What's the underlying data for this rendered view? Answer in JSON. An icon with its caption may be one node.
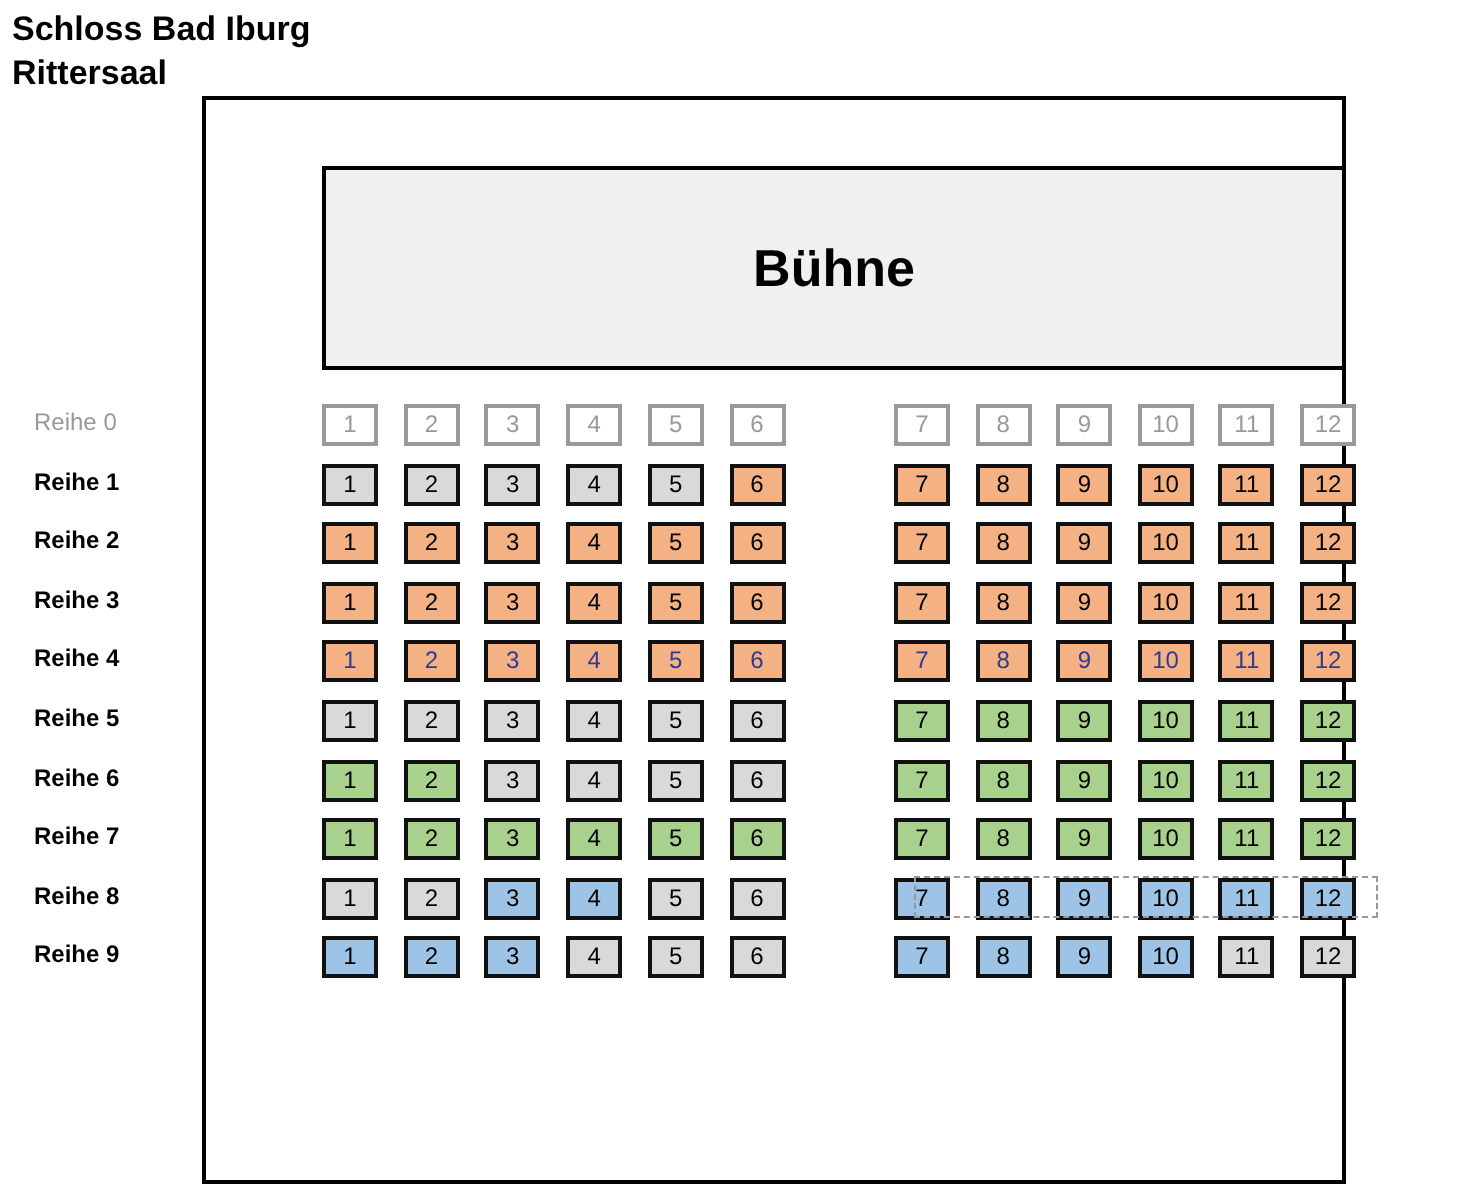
{
  "diagram": {
    "title": "Schloss Bad Iburg Rittersaal",
    "nodes": [
      {
        "text": [],
        "shape": "box"
      },
      {
        "text": [
          "Bühne"
        ],
        "in": 0
      },
      {
        "text": [
          "1"
        ],
        "in": 0
      },
      {
        "text": [
          "2"
        ],
        "in": 0
      },
      {
        "text": [
          "3"
        ],
        "in": 0
      },
      {
        "text": [
          "4"
        ],
        "in": 0
      },
      {
        "text": [
          "5"
        ],
        "in": 0
      },
      {
        "text": [
          "6"
        ],
        "in": 0
      },
      {
        "text": [
          "7"
        ],
        "in": 0
      },
      {
        "text": [
          "8"
        ],
        "in": 0
      },
      {
        "text": [
          "9"
        ],
        "in": 0
      },
      {
        "text": [
          "10"
        ],
        "in": 0
      },
      {
        "text": [
          "11"
        ],
        "in": 0
      },
      {
        "text": [
          "12"
        ],
        "in": 0
      },
      {
        "text": [
          "1"
        ],
        "in": 0
      },
      {
        "text": [
          "2"
        ],
        "in": 0
      },
      {
        "text": [
          "3"
        ],
        "in": 0
      },
      {
        "text": [
          "4"
        ],
        "in": 0
      },
      {
        "text": [
          "5"
        ],
        "in": 0
      },
      {
        "text": [
          "6"
        ],
        "in": 0
      },
      {
        "text": [
          "7"
        ],
        "in": 0
      },
      {
        "text": [
          "8"
        ],
        "in": 0
      },
      {
        "text": [
          "9"
        ],
        "in": 0
      },
      {
        "text": [
          "10"
        ],
        "in": 0
      },
      {
        "text": [
          "11"
        ],
        "in": 0
      },
      {
        "text": [
          "12"
        ],
        "in": 0
      },
      {
        "text": [
          "1"
        ],
        "in": 0
      },
      {
        "text": [
          "2"
        ],
        "in": 0
      },
      {
        "text": [
          "3"
        ],
        "in": 0
      },
      {
        "text": [
          "4"
        ],
        "in": 0
      },
      {
        "text": [
          "5"
        ],
        "in": 0
      },
      {
        "text": [
          "6"
        ],
        "in": 0
      },
      {
        "text": [
          "7"
        ],
        "in": 0
      },
      {
        "text": [
          "8"
        ],
        "in": 0
      },
      {
        "text": [
          "9"
        ],
        "in": 0
      },
      {
        "text": [
          "10"
        ],
        "in": 0
      },
      {
        "text": [
          "11"
        ],
        "in": 0
      },
      {
        "text": [
          "12"
        ],
        "in": 0
      },
      {
        "text": [
          "1"
        ],
        "in": 0
      },
      {
        "text": [
          "2"
        ],
        "in": 0
      },
      {
        "text": [
          "3"
        ],
        "in": 0
      },
      {
        "text": [
          "4"
        ],
        "in": 0
      },
      {
        "text": [
          "5"
        ],
        "in": 0
      },
      {
        "text": [
          "6"
        ],
        "in": 0
      },
      {
        "text": [
          "7"
        ],
        "in": 0
      },
      {
        "text": [
          "8"
        ],
        "in": 0
      },
      {
        "text": [
          "9"
        ],
        "in": 0
      },
      {
        "text": [
          "10"
        ],
        "in": 0
      },
      {
        "text": [
          "11"
        ],
        "in": 0
      },
      {
        "text": [
          "12"
        ],
        "in": 0
      },
      {
        "text": [
          "1"
        ],
        "in": 0
      },
      {
        "text": [
          "2"
        ],
        "in": 0
      },
      {
        "text": [
          "3"
        ],
        "in": 0
      },
      {
        "text": [
          "4"
        ],
        "in": 0
      },
      {
        "text": [
          "5"
        ],
        "in": 0
      },
      {
        "text": [
          "6"
        ],
        "in": 0
      },
      {
        "text": [
          "7"
        ],
        "in": 0
      },
      {
        "text": [
          "8"
        ],
        "in": 0
      },
      {
        "text": [
          "9"
        ],
        "in": 0
      },
      {
        "text": [
          "10"
        ],
        "in": 0
      },
      {
        "text": [
          "11"
        ],
        "in": 0
      },
      {
        "text": [
          "12"
        ],
        "in": 0
      },
      {
        "text": [
          "1"
        ],
        "in": 0
      },
      {
        "text": [
          "2"
        ],
        "in": 0
      },
      {
        "text": [
          "3"
        ],
        "in": 0
      },
      {
        "text": [
          "4"
        ],
        "in": 0
      },
      {
        "text": [
          "5"
        ],
        "in": 0
      },
      {
        "text": [
          "6"
        ],
        "in": 0
      },
      {
        "text": [
          "7"
        ],
        "in": 0
      },
      {
        "text": [
          "8"
        ],
        "in": 0
      },
      {
        "text": [
          "9"
        ],
        "in": 0
      },
      {
        "text": [
          "10"
        ],
        "in": 0
      },
      {
        "text": [
          "11"
        ],
        "in": 0
      },
      {
        "text": [
          "12"
        ],
        "in": 0
      },
      {
        "text": [
          "1"
        ],
        "in": 0
      },
      {
        "text": [
          "2"
        ],
        "in": 0
      },
      {
        "text": [
          "3"
        ],
        "in": 0
      },
      {
        "text": [
          "4"
        ],
        "in": 0
      },
      {
        "text": [
          "5"
        ],
        "in": 0
      },
      {
        "text": [
          "6"
        ],
        "in": 0
      },
      {
        "text": [
          "7"
        ],
        "in": 0
      },
      {
        "text": [
          "8"
        ],
        "in": 0
      },
      {
        "text": [
          "9"
        ],
        "in": 0
      },
      {
        "text": [
          "10"
        ],
        "in": 0
      },
      {
        "text": [
          "11"
        ],
        "in": 0
      },
      {
        "text": [
          "12"
        ],
        "in": 0
      },
      {
        "text": [
          "1"
        ],
        "in": 0
      },
      {
        "text": [
          "2"
        ],
        "in": 0
      },
      {
        "text": [
          "3"
        ],
        "in": 0
      },
      {
        "text": [
          "4"
        ],
        "in": 0
      },
      {
        "text": [
          "5"
        ],
        "in": 0
      },
      {
        "text": [
          "6"
        ],
        "in": 0
      },
      {
        "text": [
          "7"
        ],
        "in": 0
      },
      {
        "text": [
          "8"
        ],
        "in": 0
      },
      {
        "text": [
          "9"
        ],
        "in": 0
      },
      {
        "text": [
          "10"
        ],
        "in": 0
      },
      {
        "text": [
          "11"
        ],
        "in": 0
      },
      {
        "text": [
          "12"
        ],
        "in": 0
      },
      {
        "text": [
          "1"
        ],
        "in": 0
      },
      {
        "text": [
          "2"
        ],
        "in": 0
      },
      {
        "text": [
          "3"
        ],
        "in": 0
      },
      {
        "text": [
          "4"
        ],
        "in": 0
      },
      {
        "text": [
          "5"
        ],
        "in": 0
      },
      {
        "text": [
          "6"
        ],
        "in": 0
      },
      {
        "text": [
          "7"
        ],
        "in": 0
      },
      {
        "text": [
          "8"
        ],
        "in": 0
      },
      {
        "text": [
          "9"
        ],
        "in": 0
      },
      {
        "text": [
          "10"
        ],
        "in": 0
      },
      {
        "text": [
          "11"
        ],
        "in": 0
      },
      {
        "text": [
          "12"
        ],
        "in": 0
      },
      {
        "text": [
          "1"
        ],
        "in": 0
      },
      {
        "text": [
          "2"
        ],
        "in": 0
      },
      {
        "text": [
          "3"
        ],
        "in": 0
      },
      {
        "text": [
          "4"
        ],
        "in": 0
      },
      {
        "text": [
          "5"
        ],
        "in": 0
      },
      {
        "text": [
          "6"
        ],
        "in": 0
      },
      {
        "text": [
          "7"
        ],
        "in": 0
      },
      {
        "text": [
          "8"
        ],
        "in": 0
      },
      {
        "text": [
          "9"
        ],
        "in": 0
      },
      {
        "text": [
          "10"
        ],
        "in": 0
      },
      {
        "text": [
          "11"
        ],
        "in": 0
      },
      {
        "text": [
          "12"
        ],
        "in": 0
      }
    ],
    "labels": [
      "Reihe 0",
      "Reihe 1",
      "Reihe 2",
      "Reihe 3",
      "Reihe 4",
      "Reihe 5",
      "Reihe 6",
      "Reihe 7",
      "Reihe 8",
      "Reihe 9"
    ]
  }
}
